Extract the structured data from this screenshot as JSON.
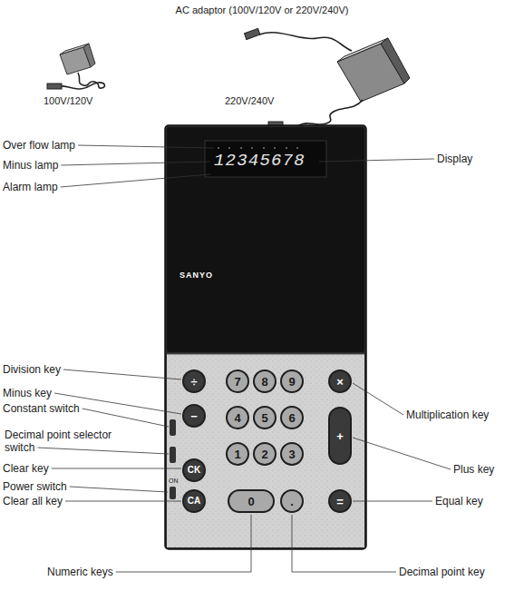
{
  "diagram": {
    "title": "AC adaptor (100V/120V or 220V/240V)",
    "nodes": [
      {
        "text": [
          "÷"
        ]
      },
      {
        "text": [
          "7"
        ]
      },
      {
        "text": [
          "8"
        ]
      },
      {
        "text": [
          "9"
        ]
      },
      {
        "text": [
          "×"
        ]
      },
      {
        "text": [
          "−"
        ]
      },
      {
        "text": [
          "4"
        ]
      },
      {
        "text": [
          "5"
        ]
      },
      {
        "text": [
          "6"
        ]
      },
      {
        "text": [
          "+"
        ]
      },
      {
        "text": [
          "CK"
        ]
      },
      {
        "text": [
          "1"
        ]
      },
      {
        "text": [
          "2"
        ]
      },
      {
        "text": [
          "3"
        ]
      },
      {
        "text": [
          "CA"
        ]
      },
      {
        "text": [
          "0"
        ]
      },
      {
        "text": [
          "."
        ]
      },
      {
        "text": [
          "="
        ]
      }
    ],
    "labels": [
      "100V/120V",
      "220V/240V",
      "12345678",
      "SANYO",
      "ON",
      "Over flow lamp",
      "Minus lamp",
      "Alarm lamp",
      "Display",
      "Division key",
      "Minus key",
      "Constant switch",
      "Decimal point selector switch",
      "Clear key",
      "Power switch",
      "Clear all key",
      "Multiplication key",
      "Plus key",
      "Equal key",
      "Numeric keys",
      "Decimal point key"
    ]
  }
}
